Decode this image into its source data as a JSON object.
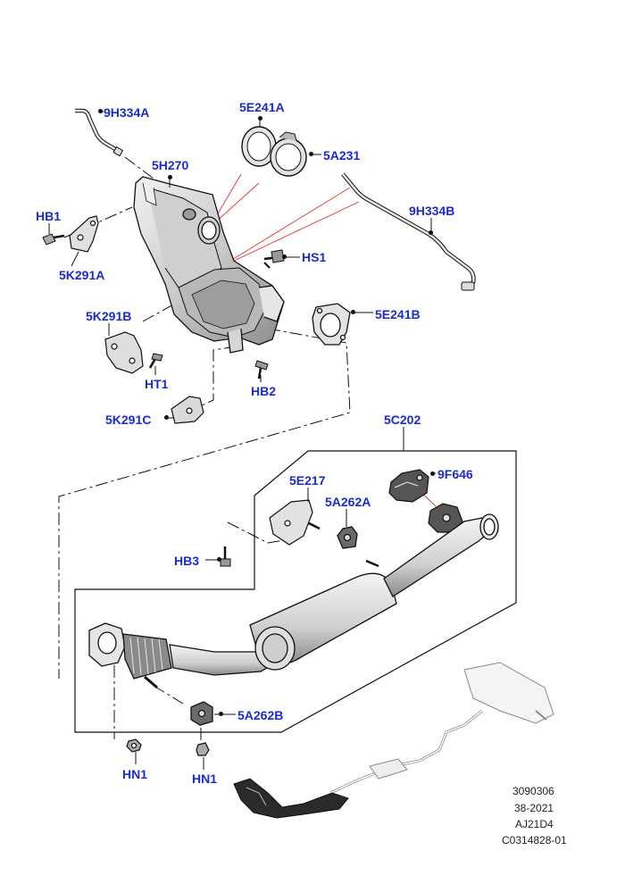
{
  "colors": {
    "label": "#1a2bd1",
    "line": "#111111",
    "callout": "#e83030",
    "part_fill": "#d9d9d9",
    "part_dark": "#7a7a7a"
  },
  "labels": {
    "p9H334A": "9H334A",
    "p5E241A": "5E241A",
    "p5A231": "5A231",
    "p5H270": "5H270",
    "pHB1": "HB1",
    "p9H334B": "9H334B",
    "pHS1": "HS1",
    "p5K291A": "5K291A",
    "p5E241B": "5E241B",
    "p5K291B": "5K291B",
    "pHT1": "HT1",
    "pHB2": "HB2",
    "p5K291C": "5K291C",
    "p5C202": "5C202",
    "p9F646": "9F646",
    "p5E217": "5E217",
    "p5A262A": "5A262A",
    "pHB3": "HB3",
    "p5A262B": "5A262B",
    "pHN1a": "HN1",
    "pHN1b": "HN1"
  },
  "reference": {
    "line1": "3090306",
    "line2": "38-2021",
    "line3": "AJ21D4",
    "line4": "C0314828-01"
  }
}
